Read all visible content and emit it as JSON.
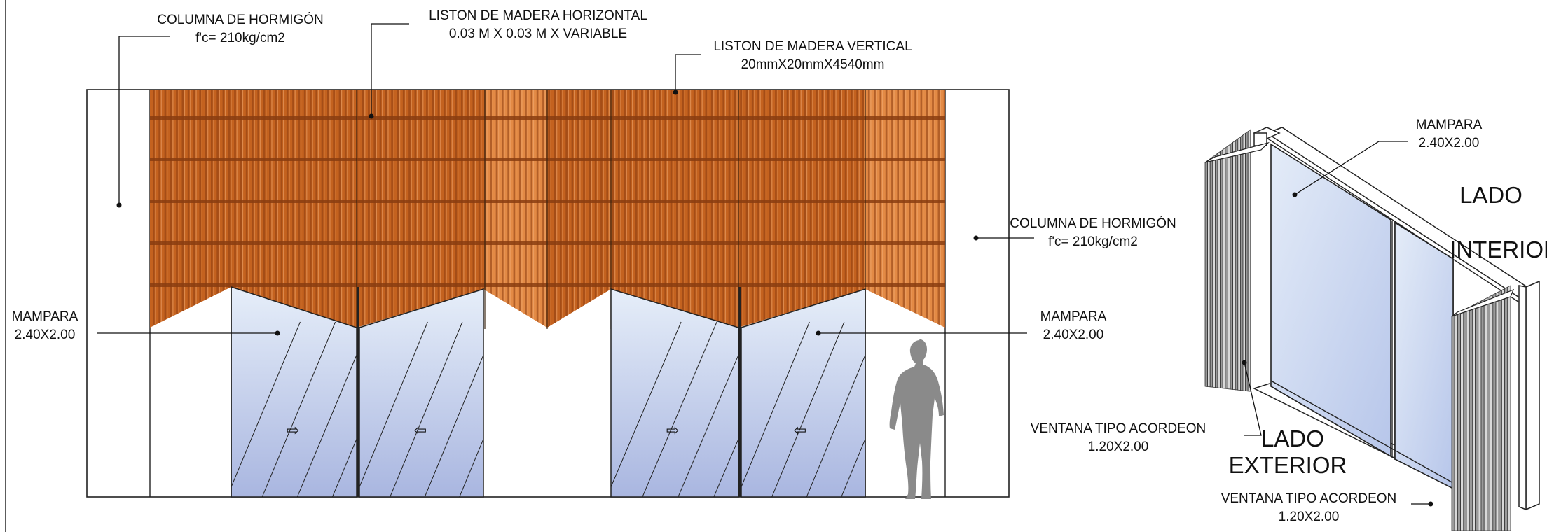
{
  "colors": {
    "wood": "#c4621f",
    "wood_light": "#e38a45",
    "wood_dark": "#8a3d10",
    "glass_top": "#e6eef9",
    "glass_bottom": "#a9b6e0",
    "person": "#8a8a8a",
    "line": "#111111"
  },
  "icons": {
    "arrow_right": "⇨",
    "arrow_left": "⇦"
  },
  "elevation": {
    "column_left": {
      "title": "COLUMNA DE HORMIGÓN",
      "spec": "f'c= 210kg/cm2"
    },
    "horizontal_slat": {
      "title": "LISTON DE MADERA HORIZONTAL",
      "spec": "0.03 M X 0.03 M X VARIABLE"
    },
    "vertical_slat": {
      "title": "LISTON DE MADERA VERTICAL",
      "spec": "20mmX20mmX4540mm"
    },
    "column_right": {
      "title": "COLUMNA DE HORMIGÓN",
      "spec": "f'c= 210kg/cm2"
    },
    "screen_left": {
      "title": "MAMPARA",
      "spec": "2.40X2.00"
    },
    "screen_right": {
      "title": "MAMPARA",
      "spec": "2.40X2.00"
    }
  },
  "isometric": {
    "screen": {
      "title": "MAMPARA",
      "spec": "2.40X2.00"
    },
    "side_interior": {
      "line1": "LADO",
      "line2": "INTERIOR"
    },
    "side_exterior": {
      "line1": "LADO",
      "line2": "EXTERIOR"
    },
    "accordion_left": {
      "title": "VENTANA TIPO ACORDEON",
      "spec": "1.20X2.00"
    },
    "accordion_right": {
      "title": "VENTANA TIPO ACORDEON",
      "spec": "1.20X2.00"
    }
  }
}
